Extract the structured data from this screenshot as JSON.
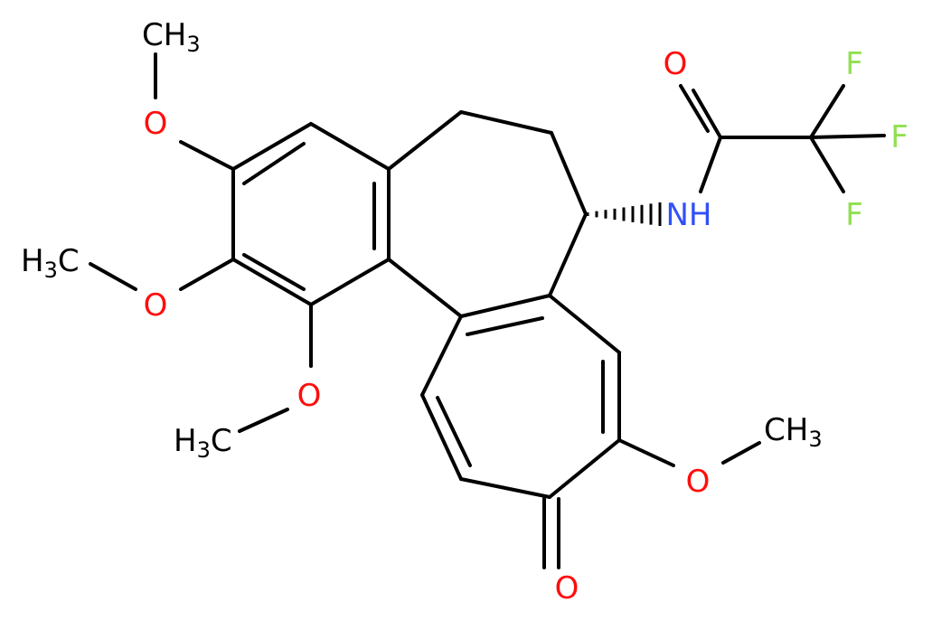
{
  "colors": {
    "bond": "#000000",
    "carbon_label": "#000000",
    "oxygen": "#ff0d0d",
    "nitrogen": "#3050f8",
    "fluorine": "#90e050"
  },
  "labels": {
    "o_top": "O",
    "o_mid": "O",
    "o_low": "O",
    "o_right": "O",
    "o_ketone": "O",
    "o_amide": "O",
    "nh": "NH",
    "f1": "F",
    "f2": "F",
    "f3": "F",
    "ch3_top": {
      "main": "CH",
      "sub": "3"
    },
    "h3c_mid": {
      "main": "H",
      "sub": "3",
      "tail": "C"
    },
    "h3c_low": {
      "main": "H",
      "sub": "3",
      "tail": "C"
    },
    "ch3_right": {
      "main": "CH",
      "sub": "3"
    }
  }
}
